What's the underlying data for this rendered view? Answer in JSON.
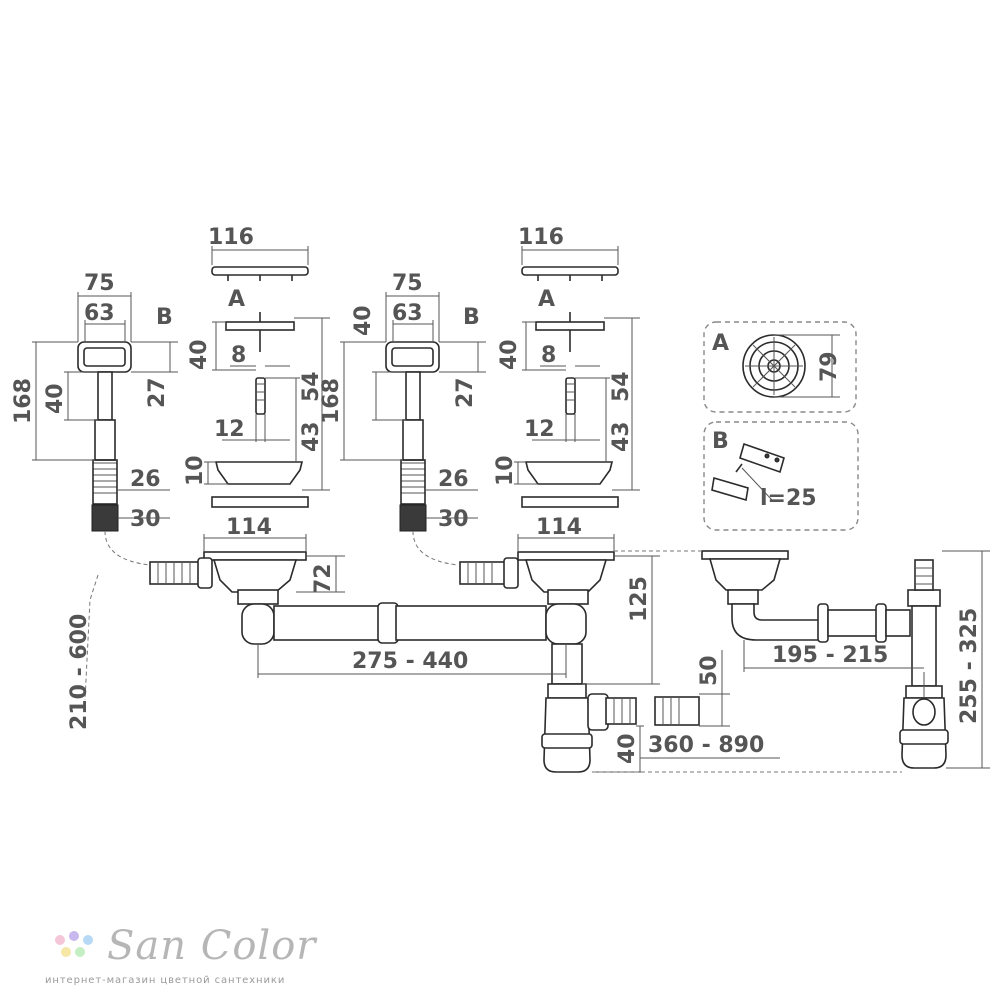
{
  "diagram": {
    "callout_a": {
      "letter": "A",
      "diameter": "79"
    },
    "callout_b": {
      "letter": "B",
      "length": "l=25"
    },
    "part_letters": {
      "left": "A",
      "right": "A",
      "overflow_left": "B",
      "overflow_right": "B"
    },
    "dimensions": {
      "strainer_cap_width": "116",
      "overflow_width_outer": "75",
      "overflow_width_inner": "63",
      "overflow_height": "168",
      "overflow_plate_height": "40",
      "overflow_offset": "27",
      "overflow_hose_nut": "26",
      "overflow_hose_thread": "30",
      "plug_height": "40",
      "plug_stem": "8",
      "screw_dia": "12",
      "basket_height_1": "54",
      "basket_height_2": "43",
      "basket_flange": "10",
      "outlet_width": "114",
      "outlet_depth": "72",
      "hose_length": "210 - 600",
      "connector_length": "275 - 440",
      "trap_height": "125",
      "side_outlet_height": "50",
      "side_outlet_offset": "40",
      "drain_extension": "360 - 890",
      "right_pipe_length": "195 - 215",
      "total_height": "255 - 325"
    }
  },
  "brand": {
    "name": "San Color",
    "tagline": "интернет-магазин цветной сантехники",
    "dot_colors": [
      "#f4c6d8",
      "#c9b8ee",
      "#b7d9f5",
      "#f6e7a6",
      "#c6eec3"
    ]
  }
}
